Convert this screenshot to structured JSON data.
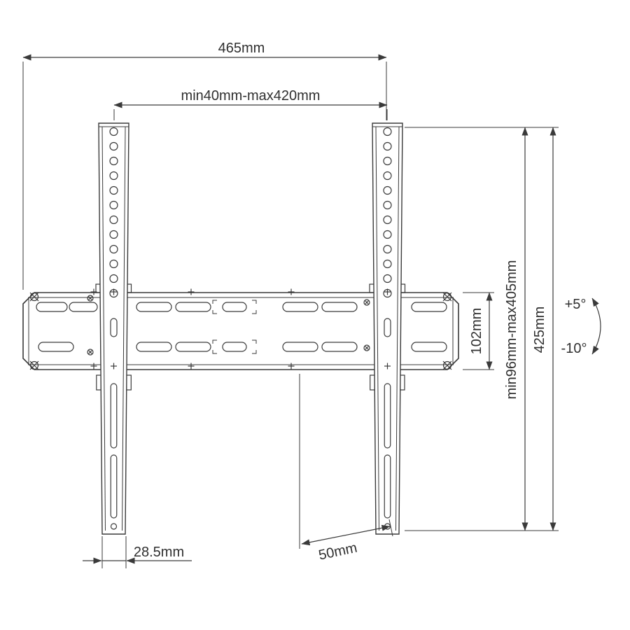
{
  "diagram": {
    "labels": {
      "width_total": "465mm",
      "width_range": "min40mm-max420mm",
      "plate_height": "102mm",
      "height_range": "min96mm-max405mm",
      "height_total": "425mm",
      "tilt_up": "+5°",
      "tilt_down": "-10°",
      "bracket_width": "28.5mm",
      "depth": "50mm"
    },
    "colors": {
      "line": "#3a3a3a",
      "background": "#ffffff"
    }
  }
}
